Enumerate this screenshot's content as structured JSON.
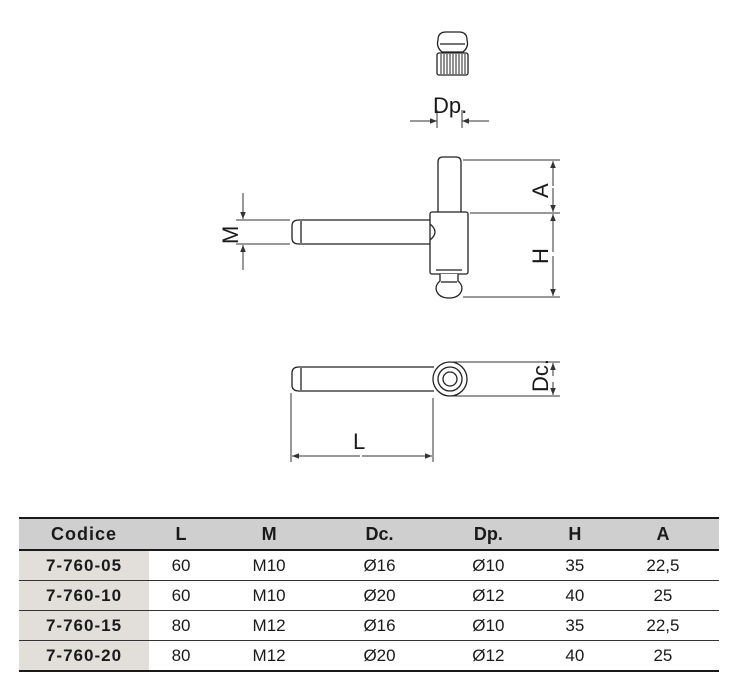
{
  "drawing": {
    "labels": {
      "dp": "Dp.",
      "a": "A",
      "m": "M",
      "h": "H",
      "dc": "Dc.",
      "l": "L"
    }
  },
  "table": {
    "headers": [
      "Codice",
      "L",
      "M",
      "Dc.",
      "Dp.",
      "H",
      "A"
    ],
    "rows": [
      [
        "7-760-05",
        "60",
        "M10",
        "Ø16",
        "Ø10",
        "35",
        "22,5"
      ],
      [
        "7-760-10",
        "60",
        "M10",
        "Ø20",
        "Ø12",
        "40",
        "25"
      ],
      [
        "7-760-15",
        "80",
        "M12",
        "Ø16",
        "Ø10",
        "35",
        "22,5"
      ],
      [
        "7-760-20",
        "80",
        "M12",
        "Ø20",
        "Ø12",
        "40",
        "25"
      ]
    ]
  }
}
